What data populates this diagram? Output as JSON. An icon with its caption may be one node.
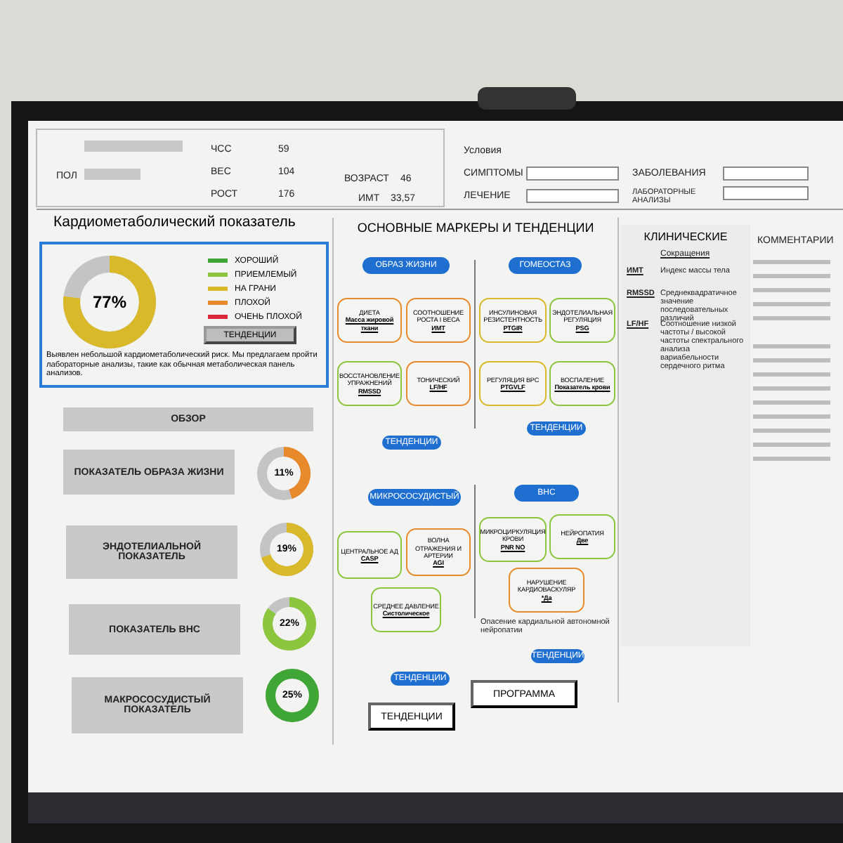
{
  "diagram": {
    "nodes": [
      {
        "text": [
          "Кардиометаболический показатель",
          "Выявлен небольшой кардиометаболический риск. Мы предлагаем пройти лабораторные анализы, такие как обычная метаболическая панель анализов."
        ]
      },
      {
        "text": [
          "77%"
        ],
        "in": 0
      },
      {
        "text": [
          "ТЕНДЕНЦИИ"
        ],
        "in": 0
      },
      {
        "text": [
          "ОБЗОР"
        ]
      },
      {
        "text": [
          "ПОКАЗАТЕЛЬ ОБРАЗА ЖИЗНИ"
        ]
      },
      {
        "text": [
          "ЭНДОТЕЛИАЛЬНОЙ ПОКАЗАТЕЛЬ"
        ]
      },
      {
        "text": [
          "ПОКАЗАТЕЛЬ ВНС"
        ]
      },
      {
        "text": [
          "МАКРОСОСУДИСТЫЙ ПОКАЗАТЕЛЬ"
        ]
      },
      {
        "text": [
          "11%"
        ]
      },
      {
        "text": [
          "19%"
        ]
      },
      {
        "text": [
          "22%"
        ]
      },
      {
        "text": [
          "25%"
        ]
      },
      {
        "text": [
          "ОСНОВНЫЕ МАРКЕРЫ И ТЕНДЕНЦИИ"
        ]
      },
      {
        "text": [
          "ОБРАЗ ЖИЗНИ"
        ],
        "in": 12
      },
      {
        "text": [
          "ДИЕТА",
          "Масса жировой ткани"
        ],
        "in": 12
      },
      {
        "text": [
          "СООТНОШЕНИЕ РОСТА I ВЕСА",
          "ИМТ"
        ],
        "in": 12
      },
      {
        "text": [
          "ВОССТАНОВЛЕНИЕ УПРАЖНЕНИЙ",
          "RMSSD"
        ],
        "in": 12
      },
      {
        "text": [
          "ТОНИЧЕСКИЙ",
          "LF/HF"
        ],
        "in": 12
      },
      {
        "text": [
          "ТЕНДЕНЦИИ"
        ],
        "in": 12
      },
      {
        "text": [
          "ГОМЕОСТАЗ"
        ],
        "in": 12
      },
      {
        "text": [
          "ИНСУЛИНОВАЯ РЕЗИСТЕНТНОСТЬ",
          "PTGIR"
        ],
        "in": 12
      },
      {
        "text": [
          "ЭНДОТЕЛИАЛЬНАЯ РЕГУЛЯЦИЯ",
          "PSG"
        ],
        "in": 12
      },
      {
        "text": [
          "РЕГУЛЯЦИЯ ВРС",
          "PTGVLF"
        ],
        "in": 12
      },
      {
        "text": [
          "ВОСПАЛЕНИЕ",
          "Показатель крови"
        ],
        "in": 12
      },
      {
        "text": [
          "ТЕНДЕНЦИИ"
        ],
        "in": 12
      },
      {
        "text": [
          "МИКРОСОСУДИСТЫЙ"
        ],
        "in": 12
      },
      {
        "text": [
          "ЦЕНТРАЛЬНОЕ АД",
          "CASP"
        ],
        "in": 12
      },
      {
        "text": [
          "ВОЛНА ОТРАЖЕНИЯ И АРТЕРИИ",
          "AGI"
        ],
        "in": 12
      },
      {
        "text": [
          "СРЕДНЕЕ ДАВЛЕНИЕ",
          "Систолическое"
        ],
        "in": 12
      },
      {
        "text": [
          "ТЕНДЕНЦИИ"
        ],
        "in": 12
      },
      {
        "text": [
          "ВНС"
        ],
        "in": 12
      },
      {
        "text": [
          "МИКРОЦИРКУЛЯЦИЯ КРОВИ",
          "PNR NO"
        ],
        "in": 12
      },
      {
        "text": [
          "НЕЙРОПАТИЯ",
          "Две"
        ],
        "in": 12
      },
      {
        "text": [
          "НАРУШЕНИЕ КАРДИОВАСКУЛЯР",
          "*Да"
        ],
        "in": 12
      },
      {
        "text": [
          "ТЕНДЕНЦИИ"
        ],
        "in": 12
      },
      {
        "text": [
          "ТЕНДЕНЦИИ"
        ]
      },
      {
        "text": [
          "ПРОГРАММА"
        ]
      },
      {
        "text": [
          "КЛИНИЧЕСКИЕ"
        ]
      }
    ],
    "labels": [
      "ПОЛ",
      "ЧСС",
      "59",
      "ВЕС",
      "104",
      "РОСТ",
      "176",
      "ВОЗРАСТ",
      "46",
      "ИМТ",
      "33,57",
      "Условия",
      "СИМПТОМЫ",
      "ЛЕЧЕНИЕ",
      "ЗАБОЛЕВАНИЯ",
      "ЛАБОРАТОРНЫЕ АНАЛИЗЫ",
      "Опасение кардиальной автономной нейропатии",
      "КОММЕНТАРИИ",
      "Сокращения",
      "ИМТ",
      "Индекс массы тела",
      "RMSSD",
      "Среднеквадратичное значение последовательных различий",
      "LF/HF",
      "Соотношение низкой частоты / высокой частоты спектрального анализа вариабельности сердечного ритма"
    ],
    "legend": [
      {
        "text": "ХОРОШИЙ",
        "color": "#3fa535"
      },
      {
        "text": "ПРИЕМЛЕМЫЙ",
        "color": "#8cc63f"
      },
      {
        "text": "НА ГРАНИ",
        "color": "#d9b92a"
      },
      {
        "text": "ПЛОХОЙ",
        "color": "#e8892b"
      },
      {
        "text": "ОЧЕНЬ ПЛОХОЙ",
        "color": "#d9263a"
      }
    ]
  }
}
